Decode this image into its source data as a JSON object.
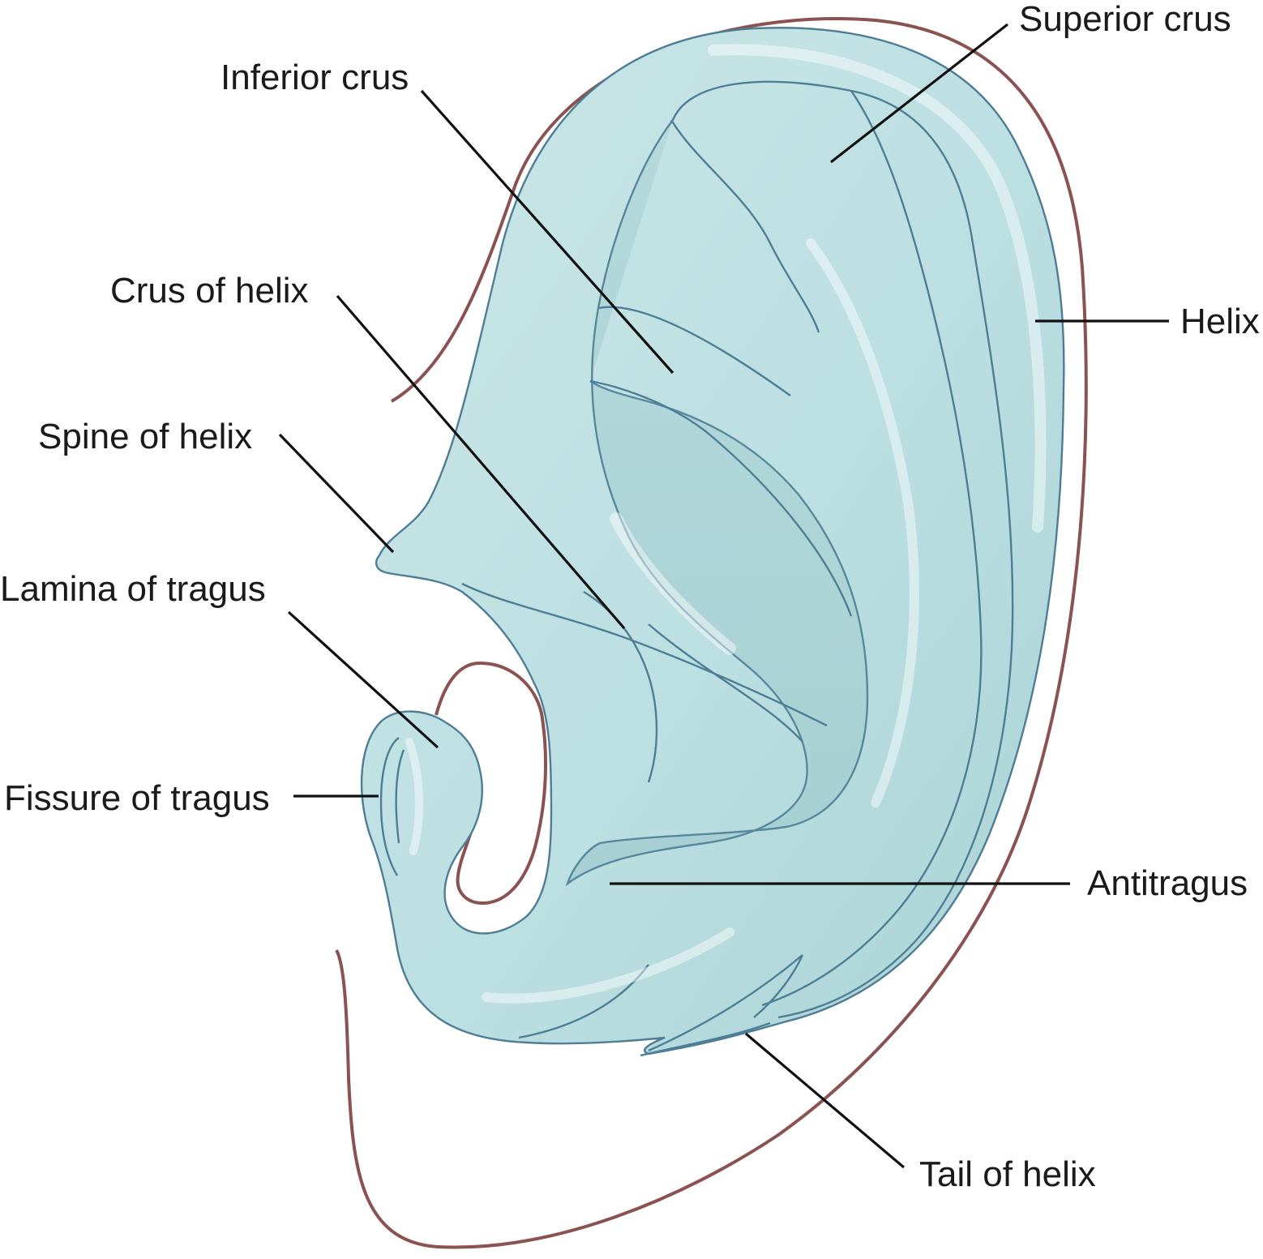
{
  "labels": {
    "superior_crus": "Superior crus",
    "inferior_crus": "Inferior crus",
    "crus_of_helix": "Crus of helix",
    "helix": "Helix",
    "spine_of_helix": "Spine of helix",
    "lamina_of_tragus": "Lamina of tragus",
    "fissure_of_tragus": "Fissure of tragus",
    "antitragus": "Antitragus",
    "tail_of_helix": "Tail of helix"
  },
  "colors": {
    "cartilage_fill": "#bfe0e2",
    "cartilage_shade": "#9fc9cd",
    "cartilage_edge": "#4d7e96",
    "skin_outline": "#8a5352",
    "leader_line": "#111111",
    "label_text": "#1a1a1a"
  }
}
